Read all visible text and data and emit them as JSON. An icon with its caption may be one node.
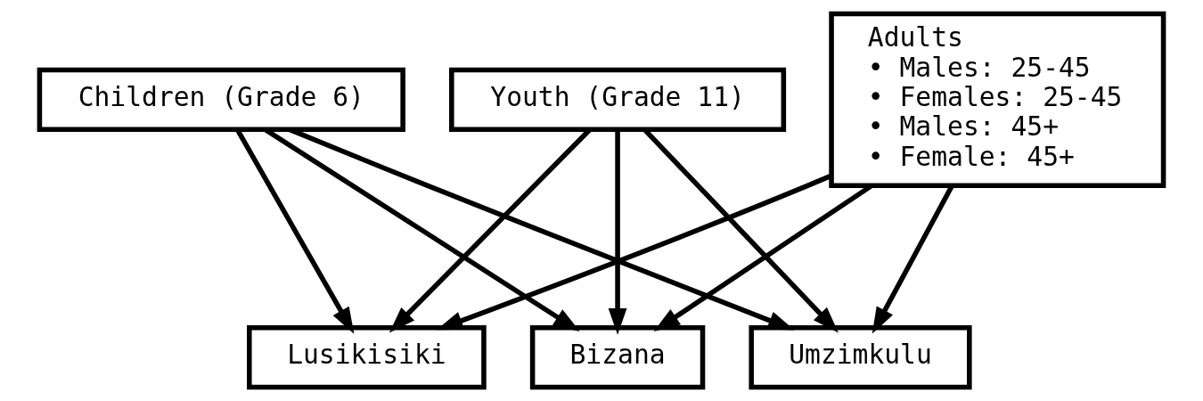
{
  "diagram": {
    "nodes": [
      {
        "text": [
          "Children (Grade 6)"
        ]
      },
      {
        "text": [
          "Youth (Grade 11)"
        ]
      },
      {
        "text": [
          "Adults",
          "• Males: 25-45",
          "• Females: 25-45",
          "• Males: 45+",
          "• Female: 45+"
        ]
      },
      {
        "text": [
          "Lusikisiki"
        ]
      },
      {
        "text": [
          "Bizana"
        ]
      },
      {
        "text": [
          "Umzimkulu"
        ]
      }
    ],
    "edges": [
      {
        "from": 0,
        "to": 3,
        "arrow": "to"
      },
      {
        "from": 0,
        "to": 4,
        "arrow": "to"
      },
      {
        "from": 0,
        "to": 5,
        "arrow": "to"
      },
      {
        "from": 1,
        "to": 3,
        "arrow": "to"
      },
      {
        "from": 1,
        "to": 4,
        "arrow": "to"
      },
      {
        "from": 1,
        "to": 5,
        "arrow": "to"
      },
      {
        "from": 2,
        "to": 3,
        "arrow": "to"
      },
      {
        "from": 2,
        "to": 4,
        "arrow": "to"
      },
      {
        "from": 2,
        "to": 5,
        "arrow": "to"
      }
    ]
  }
}
